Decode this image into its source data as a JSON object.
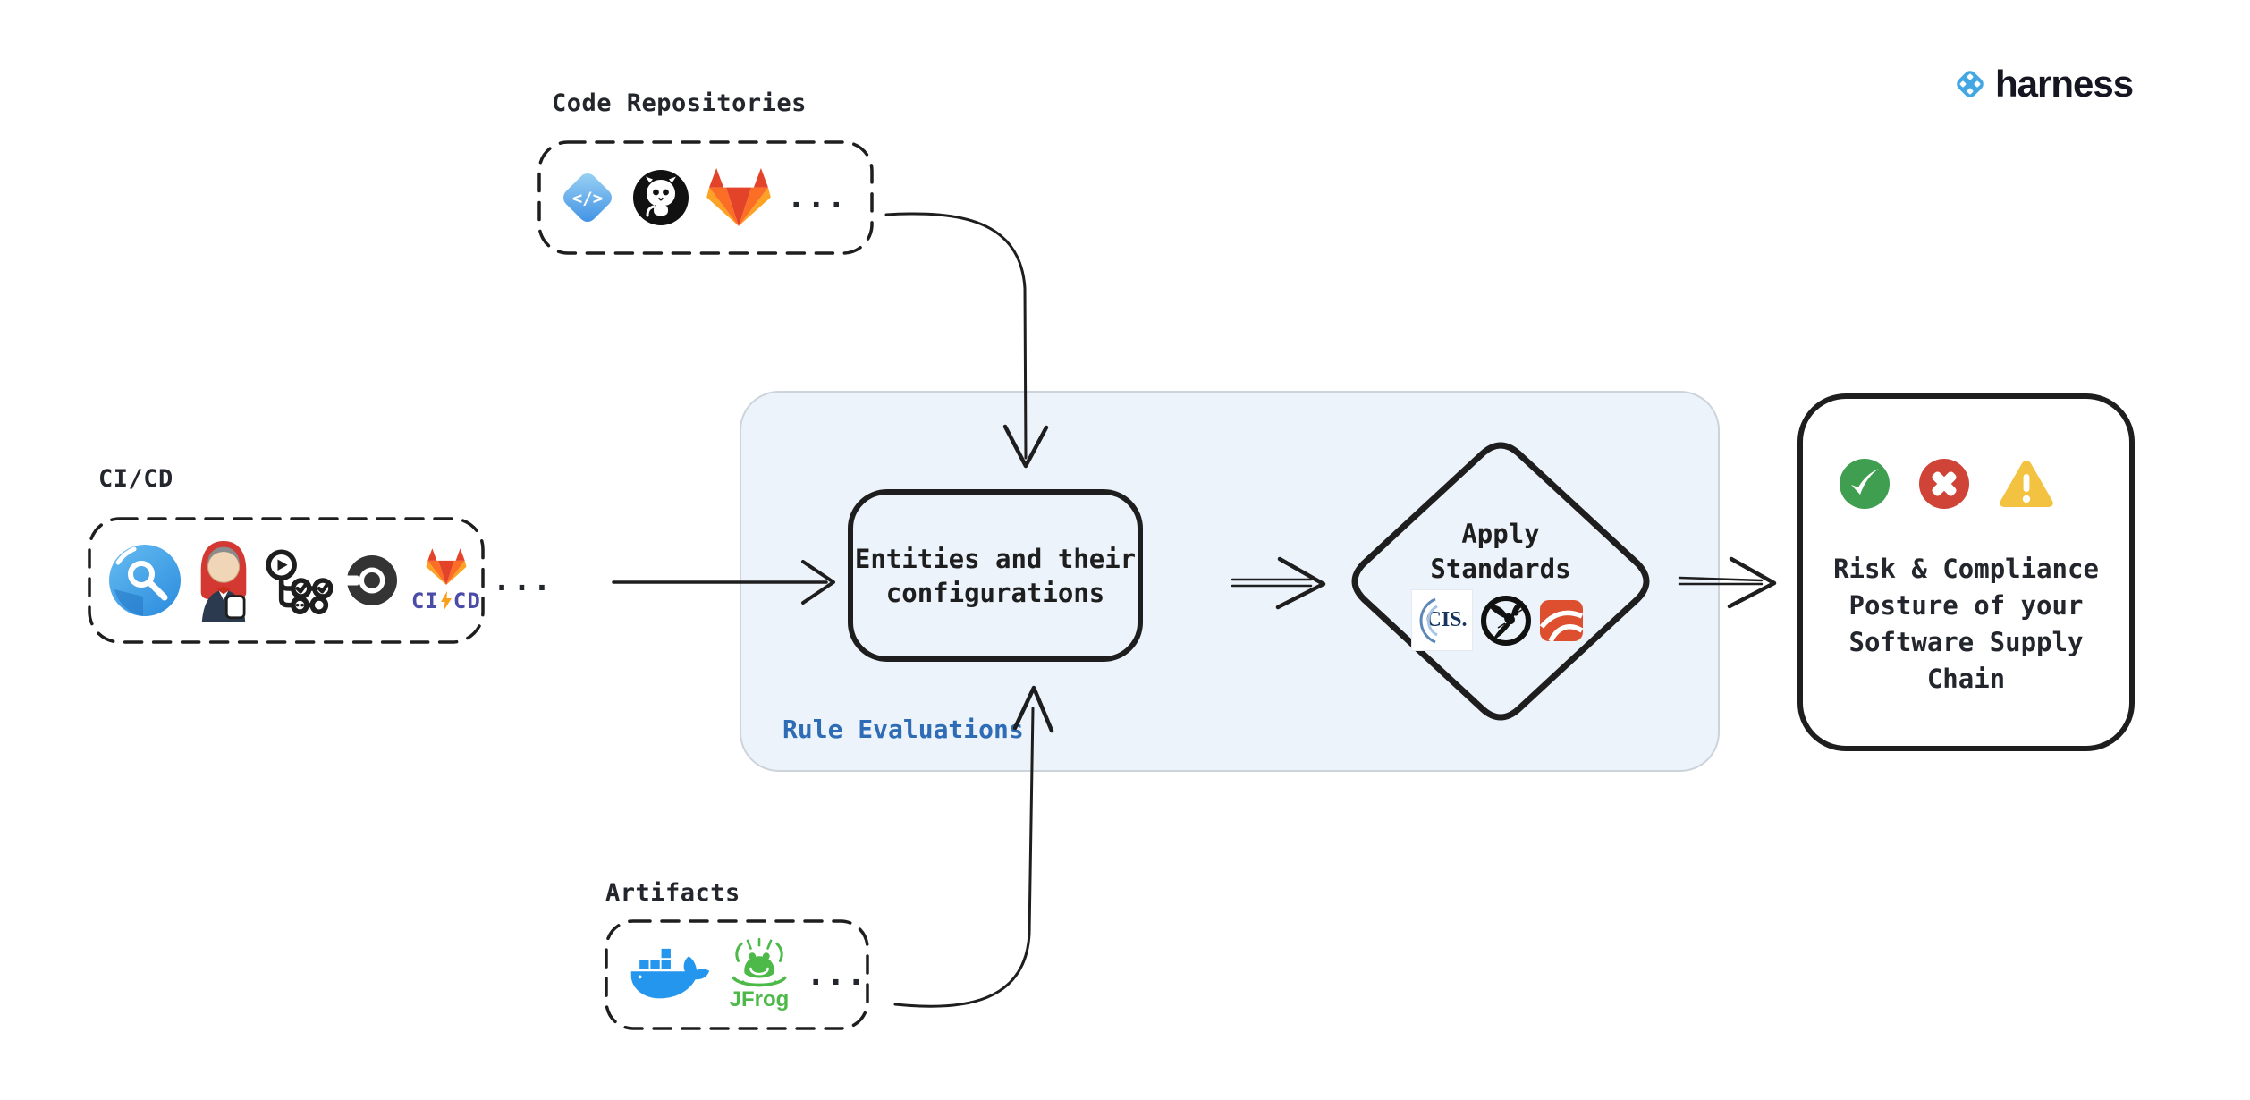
{
  "brand": {
    "name": "harness"
  },
  "groups": {
    "code_repositories": {
      "label": "Code Repositories",
      "more": "...",
      "icons": [
        "harness-code",
        "github",
        "gitlab"
      ]
    },
    "cicd": {
      "label": "CI/CD",
      "more": "...",
      "icons": [
        "harness-ci",
        "jenkins",
        "github-actions",
        "circleci",
        "gitlab-cicd"
      ],
      "gitlab_ci_left": "CI",
      "gitlab_ci_right": "CD"
    },
    "artifacts": {
      "label": "Artifacts",
      "more": "...",
      "icons": [
        "docker",
        "jfrog"
      ],
      "jfrog_text": "JFrog"
    }
  },
  "rule_evaluations": {
    "label": "Rule Evaluations"
  },
  "entities": {
    "line1": "Entities and their",
    "line2": "configurations"
  },
  "standards": {
    "line1": "Apply",
    "line2": "Standards",
    "cis_text": "CIS.",
    "icons": [
      "cis",
      "owasp",
      "security-standard"
    ]
  },
  "outcome": {
    "line1": "Risk & Compliance",
    "line2": "Posture of your",
    "line3": "Software Supply",
    "line4": "Chain",
    "icons": [
      "check",
      "cross",
      "warning"
    ]
  },
  "colors": {
    "container_fill": "#ecf3fb",
    "container_border": "#ccd3da",
    "rule_label_blue": "#2e6cb5",
    "stroke_black": "#1e1e1e",
    "brand_blue": "#42a7e2",
    "success_green": "#3f9e50",
    "error_red": "#cf4437",
    "warning_yellow": "#f2c240",
    "docker_blue": "#2496ed",
    "jfrog_green": "#4db948",
    "gitlab_red": "#e24329",
    "gitlab_orange": "#fc6d26",
    "gitlab_yellow": "#fca326",
    "standard_orange": "#dd4f2e"
  }
}
